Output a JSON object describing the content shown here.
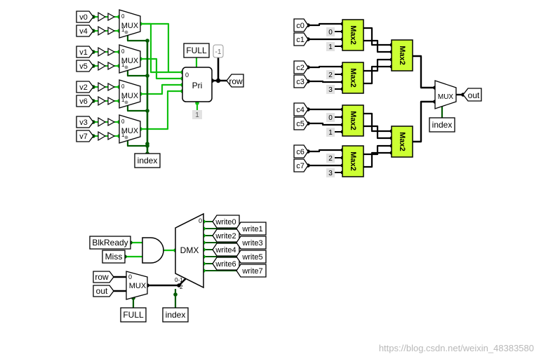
{
  "circuit1": {
    "inputs": [
      "v0",
      "v4",
      "v1",
      "v5",
      "v2",
      "v6",
      "v3",
      "v7"
    ],
    "mux_label": "MUX",
    "pin0": "0",
    "pin1": "1",
    "full_label": "FULL",
    "pri_label": "Pri",
    "row_label": "row",
    "index_label": "index",
    "const_top": "-1",
    "const_bottom": "1"
  },
  "circuit2": {
    "inputs": [
      "c0",
      "c1",
      "c2",
      "c3",
      "c4",
      "c5",
      "c6",
      "c7"
    ],
    "consts": [
      "0",
      "1",
      "2",
      "3",
      "0",
      "1",
      "2",
      "3"
    ],
    "max_label": "Max2",
    "mux_label": "MUX",
    "out_label": "out",
    "index_label": "index"
  },
  "circuit3": {
    "blkready_label": "BlkReady",
    "miss_label": "Miss",
    "row_label": "row",
    "out_label": "out",
    "mux_label": "MUX",
    "dmx_label": "DMX",
    "full_label": "FULL",
    "index_label": "index",
    "dmx_pin0": "0",
    "split_label_a": "0-1",
    "split_label_b": "2",
    "writes_left": [
      "write0",
      "write2",
      "write4",
      "write6"
    ],
    "writes_right": [
      "write1",
      "write3",
      "write5",
      "write7"
    ]
  },
  "watermark": "https://blog.csdn.net/weixin_48383580"
}
